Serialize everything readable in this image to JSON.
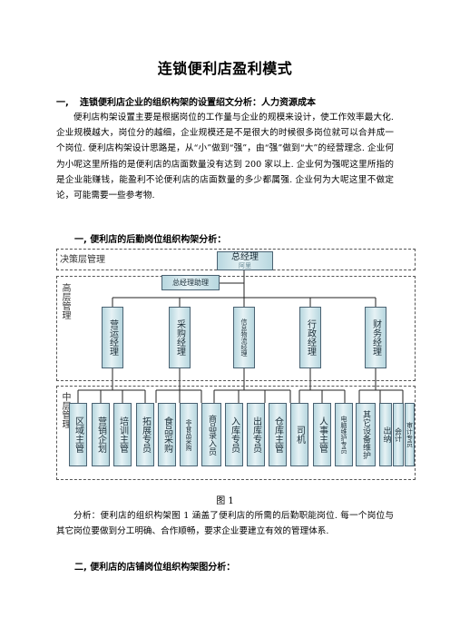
{
  "document": {
    "title": "连锁便利店盈利模式",
    "section1": {
      "num": "一,",
      "heading": "连锁便利店企业的组织构架的设置绍文分析：人力资源成本",
      "para": "便利店构架设置主要是根据岗位的工作量与企业的规模来设计，使工作效率最大化. 企业规模越大，岗位分的越细，企业规模还是不是很大的时候很多岗位就可以合并成一个岗位. 便利店构架设计思路是，从“小”做到“强”，由“强”做到“大”的经营理念. 企业何为小呢这里所指的是便利店的店面数量没有达到 200 家以上. 企业何为强呢这里所指的是企业能赚钱，能盈利不论便利店的店面数量的多少都属强. 企业何为大呢这里不做定论，可能需要一些参考物."
    },
    "sub1": "一, 便利店的后勤岗位组织构架分析：",
    "analysis": "分析：便利店的组织构架图 1 涵盖了便利店的所需的后勤职能岗位. 每一个岗位与其它岗位要做到分工明确、合作顺畅，要求企业要建立有效的管理体系.",
    "sub2": "二, 便利店的店铺岗位组织构架图分析：",
    "caption": "图 1"
  },
  "org": {
    "layer_decision": "决策层管理",
    "layer_high": "高层管理",
    "layer_mid": "中层管理",
    "gm": "总经理",
    "gm_sub": "阿里",
    "gm_assistant": "总经理助理",
    "managers": [
      "营运经理",
      "采购经理",
      "信息物流经理",
      "行政经理",
      "财务经理"
    ],
    "staff": [
      "区域主管",
      "营销企划",
      "培训主管",
      "拓展专员",
      "食品采购",
      "非食品采购",
      "商品录入员",
      "入库专员",
      "出库专员",
      "仓库主管",
      "司机",
      "人事主管",
      "电脑维护专员",
      "其它设备维护",
      "出纳",
      "会计",
      "审计专员"
    ]
  }
}
